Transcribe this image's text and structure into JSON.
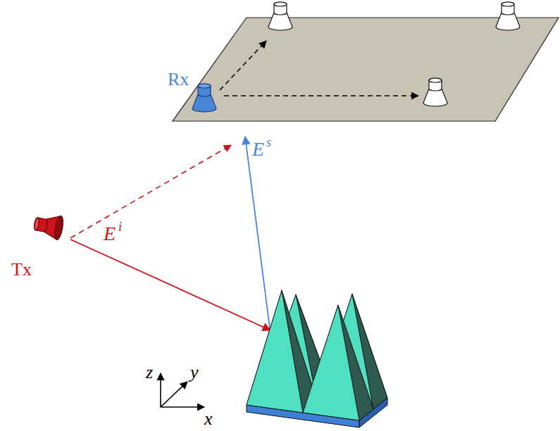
{
  "diagram": {
    "labels": [
      "Rx",
      "E",
      "s",
      "Tx",
      "E",
      "i",
      "z",
      "y",
      "x"
    ]
  }
}
